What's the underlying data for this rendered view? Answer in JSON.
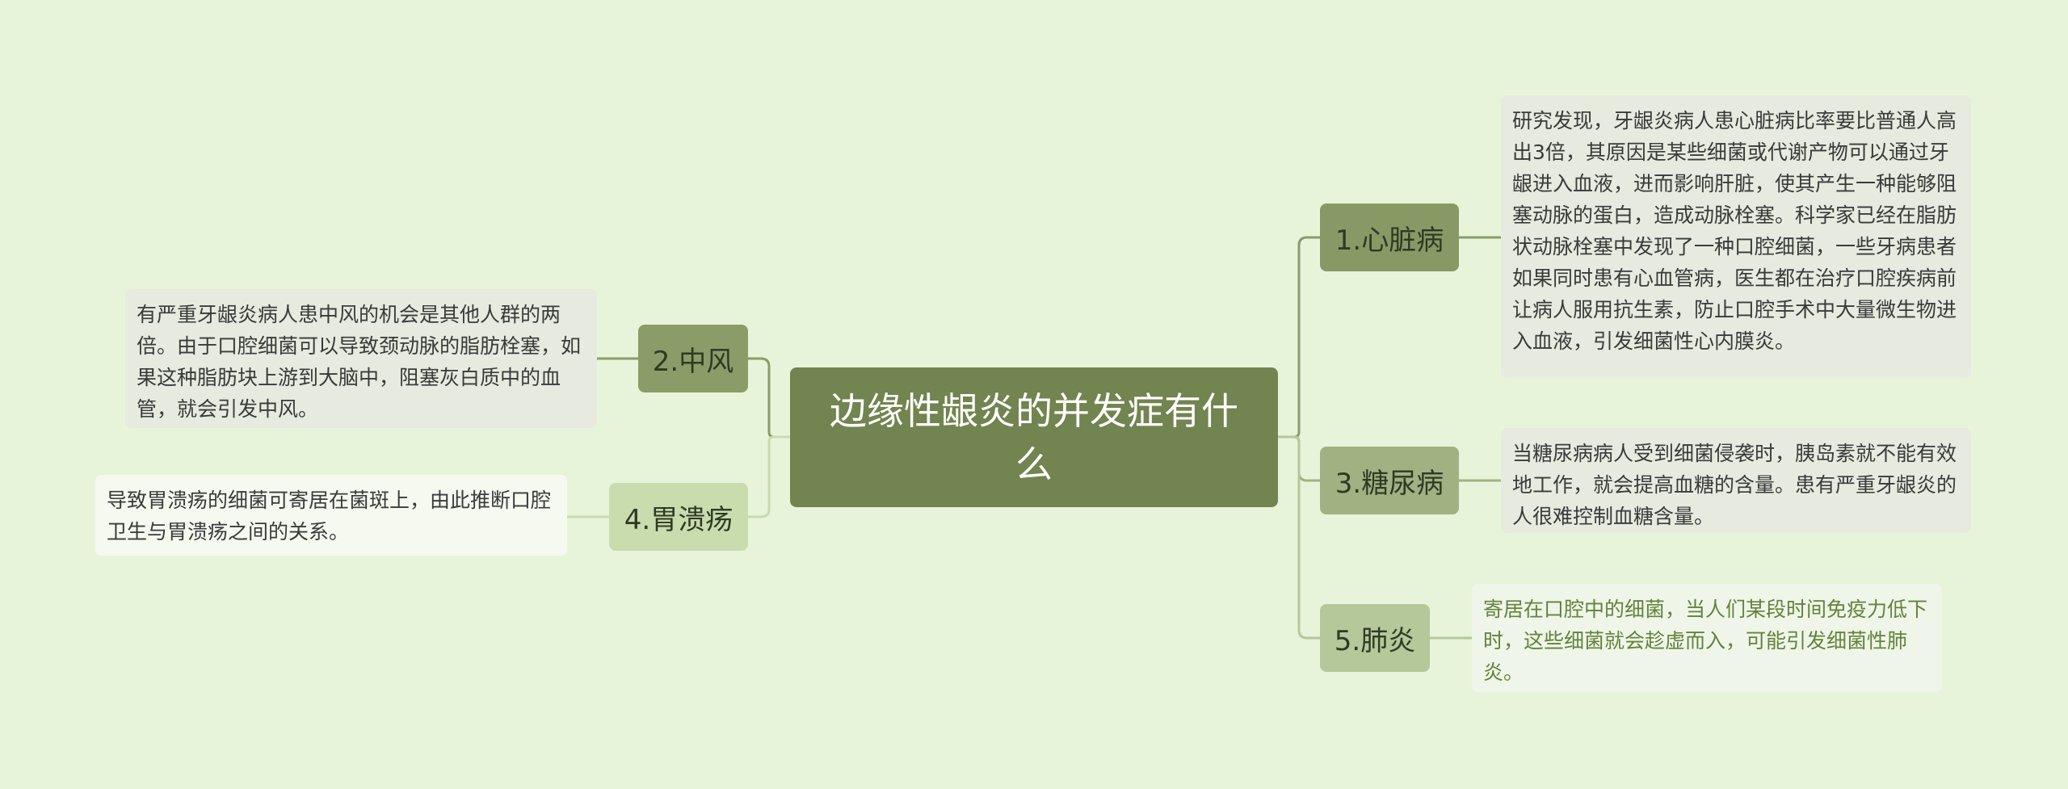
{
  "center": {
    "title": "边缘性龈炎的并发症有什么"
  },
  "branches": [
    {
      "label": "1.心脏病",
      "note": "研究发现，牙龈炎病人患心脏病比率要比普通人高出3倍，其原因是某些细菌或代谢产物可以通过牙龈进入血液，进而影响肝脏，使其产生一种能够阻塞动脉的蛋白，造成动脉栓塞。科学家已经在脂肪状动脉栓塞中发现了一种口腔细菌，一些牙病患者如果同时患有心血管病，医生都在治疗口腔疾病前让病人服用抗生素，防止口腔手术中大量微生物进入血液，引发细菌性心内膜炎。"
    },
    {
      "label": "2.中风",
      "note": "有严重牙龈炎病人患中风的机会是其他人群的两倍。由于口腔细菌可以导致颈动脉的脂肪栓塞，如果这种脂肪块上游到大脑中，阻塞灰白质中的血管，就会引发中风。"
    },
    {
      "label": "3.糖尿病",
      "note": "当糖尿病病人受到细菌侵袭时，胰岛素就不能有效地工作，就会提高血糖的含量。患有严重牙龈炎的人很难控制血糖含量。"
    },
    {
      "label": "4.胃溃疡",
      "note": "导致胃溃疡的细菌可寄居在菌斑上，由此推断口腔卫生与胃溃疡之间的关系。"
    },
    {
      "label": "5.肺炎",
      "note": "寄居在口腔中的细菌，当人们某段时间免疫力低下时，这些细菌就会趁虚而入，可能引发细菌性肺炎。"
    }
  ],
  "colors": {
    "background": "#e7f4da",
    "center": "#72844f",
    "connector_main": "#8a9d68",
    "connector_light": "#c8dcae"
  }
}
